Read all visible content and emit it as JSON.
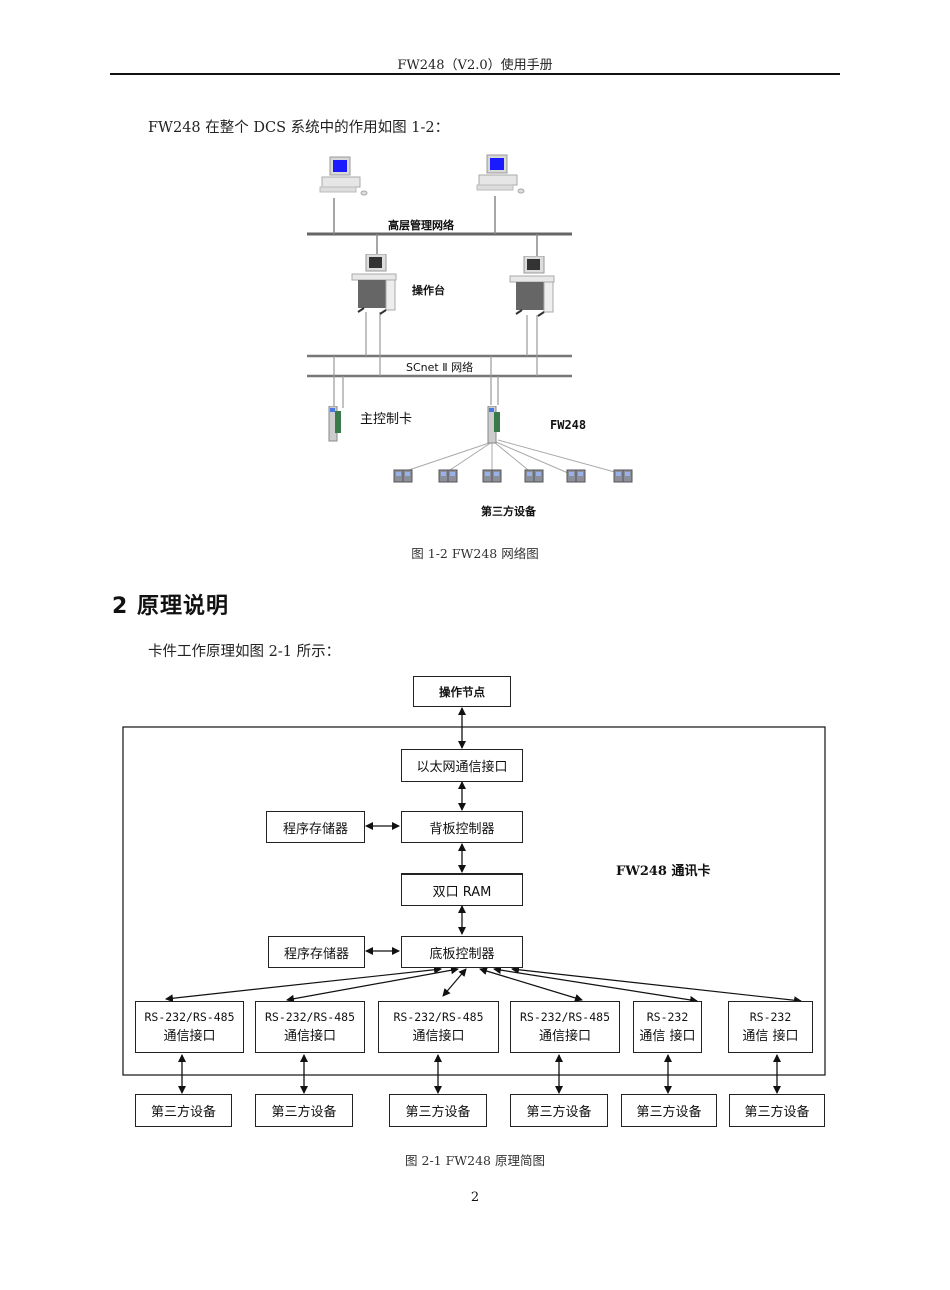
{
  "header": {
    "title": "FW248（V2.0）使用手册"
  },
  "section1": {
    "intro": "FW248 在整个 DCS 系统中的作用如图 1-2：",
    "figure": {
      "labels": {
        "upper_network": "高层管理网络",
        "console": "操作台",
        "scnet": "SCnet Ⅱ 网络",
        "main_controller": "主控制卡",
        "fw248": "FW248",
        "third_party": "第三方设备"
      },
      "icons": {
        "workstation": "workstation-icon",
        "console": "console-desk-icon",
        "card": "io-card-icon",
        "device": "device-icon"
      },
      "caption": "图 1-2 FW248 网络图"
    }
  },
  "section2": {
    "heading": "2 原理说明",
    "intro": "卡件工作原理如图 2-1 所示：",
    "figure": {
      "operation_node": "操作节点",
      "card_label": "FW248 通讯卡",
      "ethernet": "以太网通信接口",
      "backplane": "背板控制器",
      "dual_ram": "双口 RAM",
      "baseboard": "底板控制器",
      "program_memory_1": "程序存储器",
      "program_memory_2": "程序存储器",
      "ports": [
        {
          "line1": "RS-232/RS-485",
          "line2": "通信接口"
        },
        {
          "line1": "RS-232/RS-485",
          "line2": "通信接口"
        },
        {
          "line1": "RS-232/RS-485",
          "line2": "通信接口"
        },
        {
          "line1": "RS-232/RS-485",
          "line2": "通信接口"
        },
        {
          "line1": "RS-232",
          "line2": "通信 接口"
        },
        {
          "line1": "RS-232",
          "line2": "通信 接口"
        }
      ],
      "devices": [
        "第三方设备",
        "第三方设备",
        "第三方设备",
        "第三方设备",
        "第三方设备",
        "第三方设备"
      ],
      "caption": "图 2-1 FW248 原理简图"
    }
  },
  "footer": {
    "page_number": "2"
  }
}
